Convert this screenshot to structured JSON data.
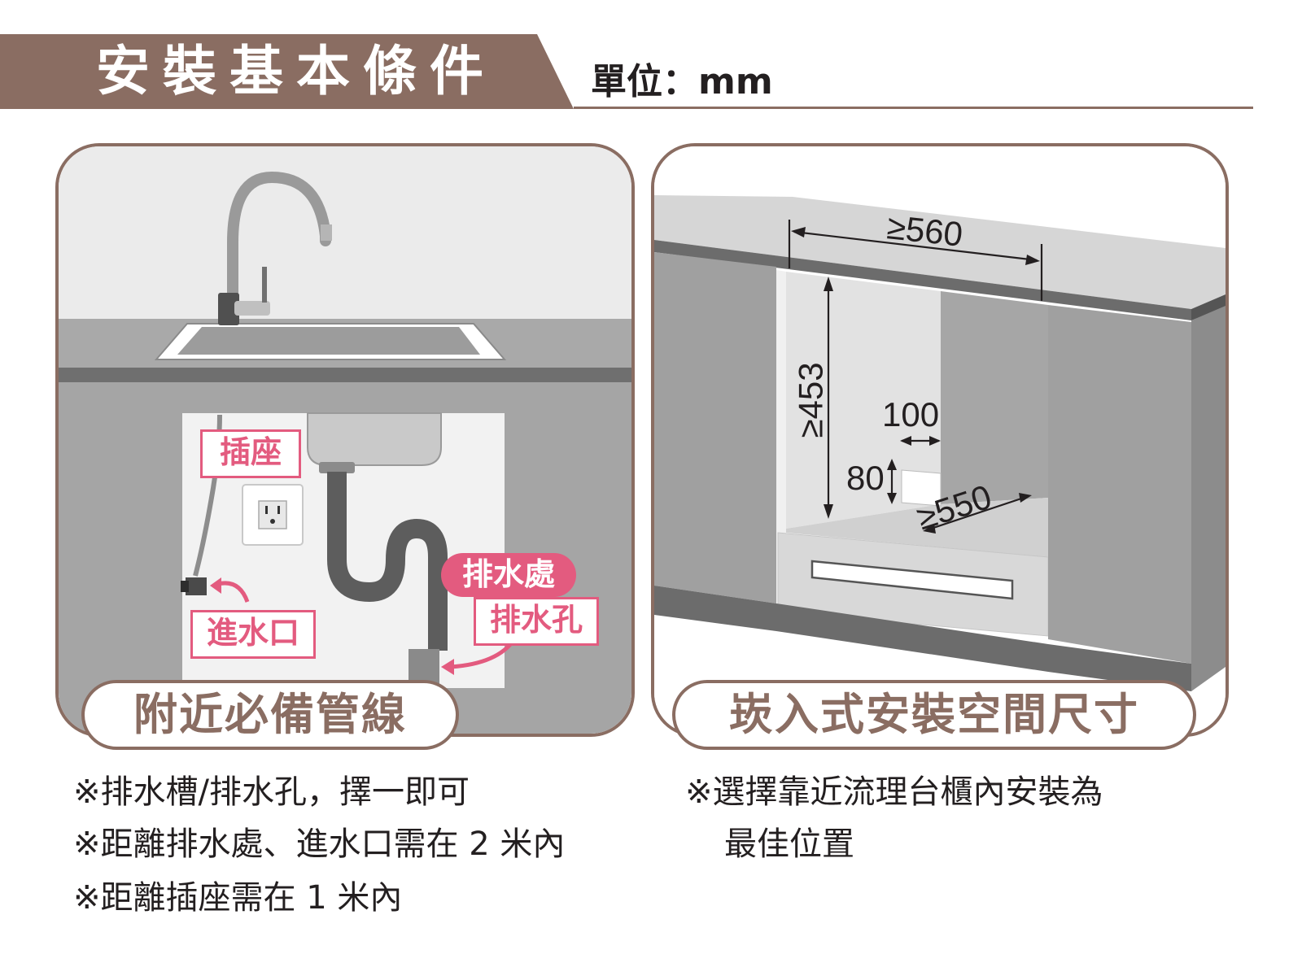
{
  "header": {
    "title": "安裝基本條件",
    "unit": "單位：mm"
  },
  "left_panel": {
    "labels": {
      "outlet": "插座",
      "inlet": "進水口",
      "drain_area": "排水處",
      "drain_hole": "排水孔"
    },
    "caption": "附近必備管線",
    "notes": [
      "※排水槽/排水孔，擇一即可",
      "※距離排水處、進水口需在 2 米內",
      "※距離插座需在 1 米內"
    ]
  },
  "right_panel": {
    "dimensions": {
      "width": "≥560",
      "height": "≥453",
      "depth": "≥550",
      "opening_w": "100",
      "opening_h": "80"
    },
    "caption": "崁入式安裝空間尺寸",
    "notes": [
      "※選擇靠近流理台櫃內安裝為",
      "最佳位置"
    ]
  },
  "colors": {
    "brand": "#8a6d62",
    "accent": "#e35b7f"
  },
  "icons": [
    "faucet-icon",
    "sink-icon",
    "power-outlet-icon",
    "drain-pipe-icon",
    "water-inlet-valve-icon"
  ]
}
